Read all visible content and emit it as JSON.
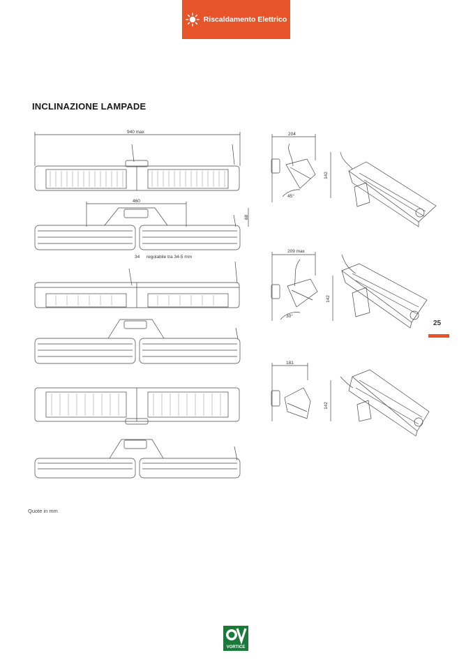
{
  "header": {
    "category": "Riscaldamento Elettrico",
    "accent_color": "#e8542a",
    "icon": "sun-icon"
  },
  "section_title": "INCLINAZIONE LAMPADE",
  "left_dimensions": {
    "width_max": "940 max",
    "bracket_width": "460",
    "height_small": "68",
    "adjust_left": "34",
    "adjust_note": "regolabile tra 34-5 mm"
  },
  "side_views": [
    {
      "width": "204",
      "height": "142",
      "angle": "45°"
    },
    {
      "width": "209 max",
      "height": "142",
      "angle": "30°"
    },
    {
      "width": "181",
      "height": "142"
    }
  ],
  "page_number": "25",
  "footer_note": "Quote in mm",
  "logo": {
    "brand": "VORTICE",
    "color": "#1b7a3a"
  }
}
